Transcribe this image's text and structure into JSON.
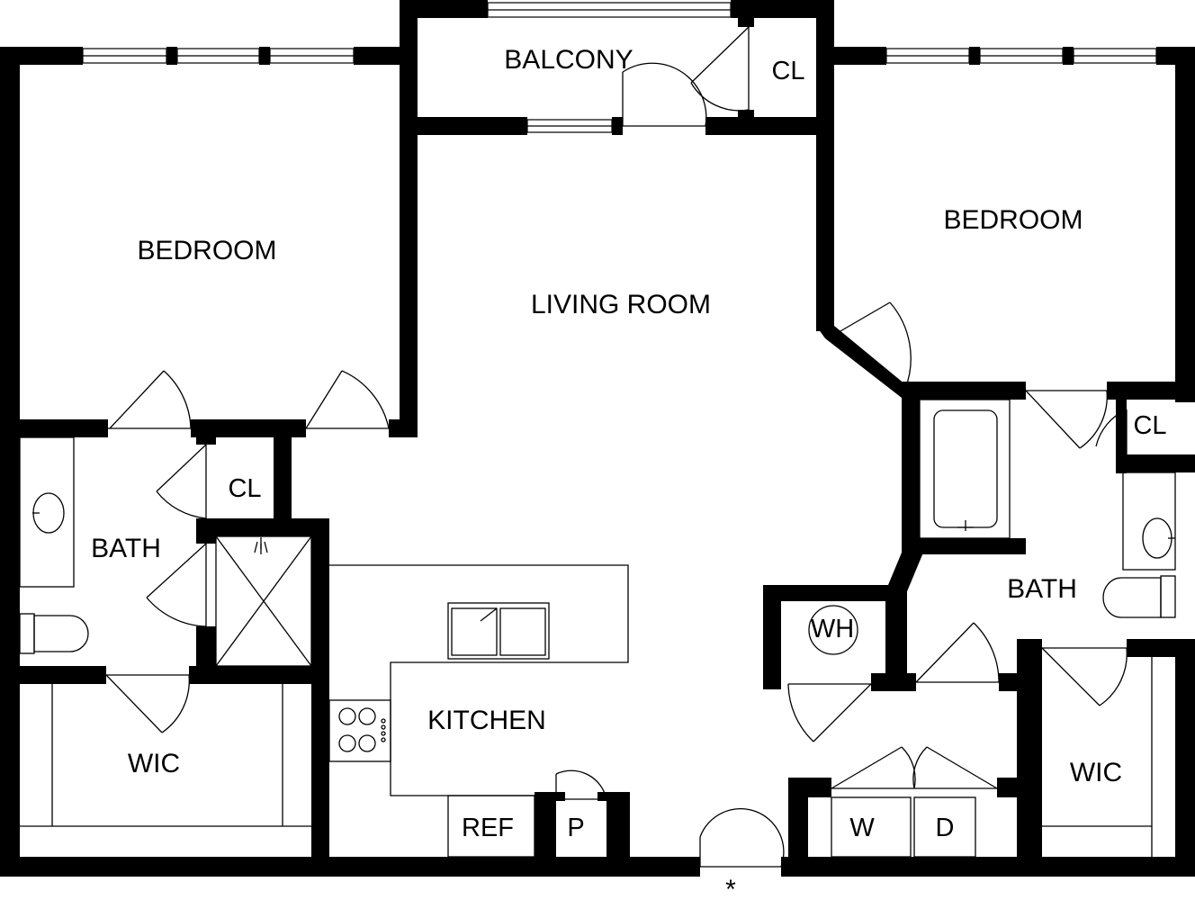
{
  "rooms": {
    "balcony": "BALCONY",
    "balcony_closet": "CL",
    "bedroom_left": "BEDROOM",
    "bedroom_right": "BEDROOM",
    "living_room": "LIVING ROOM",
    "bath_left": "BATH",
    "closet_left": "CL",
    "bath_right": "BATH",
    "closet_right": "CL",
    "water_heater": "WH",
    "wic_left": "WIC",
    "wic_right": "WIC",
    "kitchen": "KITCHEN",
    "refrigerator": "REF",
    "pantry": "P",
    "washer": "W",
    "dryer": "D"
  },
  "entry_marker": "*",
  "colors": {
    "wall": "#000000",
    "background": "#ffffff"
  }
}
